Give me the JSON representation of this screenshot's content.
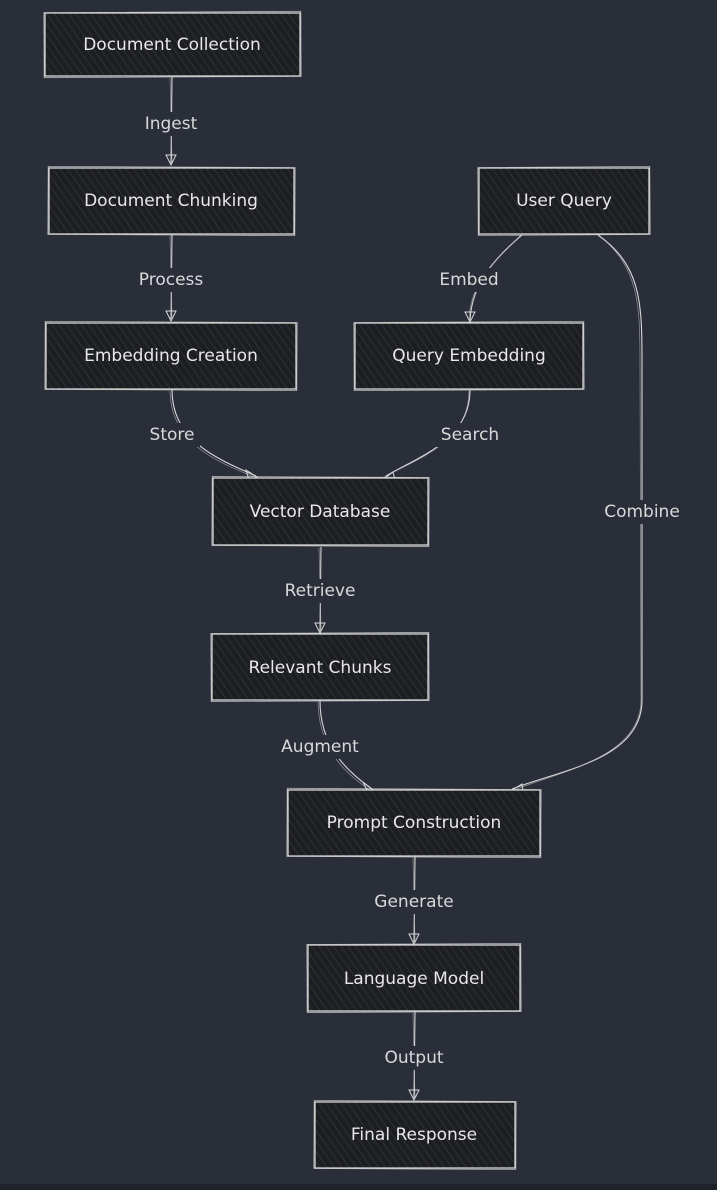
{
  "diagram": {
    "nodes": [
      {
        "id": "document-collection",
        "label": "Document Collection"
      },
      {
        "id": "document-chunking",
        "label": "Document Chunking"
      },
      {
        "id": "user-query",
        "label": "User Query"
      },
      {
        "id": "embedding-creation",
        "label": "Embedding Creation"
      },
      {
        "id": "query-embedding",
        "label": "Query Embedding"
      },
      {
        "id": "vector-database",
        "label": "Vector Database"
      },
      {
        "id": "relevant-chunks",
        "label": "Relevant Chunks"
      },
      {
        "id": "prompt-construction",
        "label": "Prompt Construction"
      },
      {
        "id": "language-model",
        "label": "Language Model"
      },
      {
        "id": "final-response",
        "label": "Final Response"
      }
    ],
    "edges": [
      {
        "id": "ingest",
        "from": "document-collection",
        "to": "document-chunking",
        "label": "Ingest"
      },
      {
        "id": "process",
        "from": "document-chunking",
        "to": "embedding-creation",
        "label": "Process"
      },
      {
        "id": "embed",
        "from": "user-query",
        "to": "query-embedding",
        "label": "Embed"
      },
      {
        "id": "store",
        "from": "embedding-creation",
        "to": "vector-database",
        "label": "Store"
      },
      {
        "id": "search",
        "from": "query-embedding",
        "to": "vector-database",
        "label": "Search"
      },
      {
        "id": "combine",
        "from": "user-query",
        "to": "prompt-construction",
        "label": "Combine"
      },
      {
        "id": "retrieve",
        "from": "vector-database",
        "to": "relevant-chunks",
        "label": "Retrieve"
      },
      {
        "id": "augment",
        "from": "relevant-chunks",
        "to": "prompt-construction",
        "label": "Augment"
      },
      {
        "id": "generate",
        "from": "prompt-construction",
        "to": "language-model",
        "label": "Generate"
      },
      {
        "id": "output",
        "from": "language-model",
        "to": "final-response",
        "label": "Output"
      }
    ]
  }
}
